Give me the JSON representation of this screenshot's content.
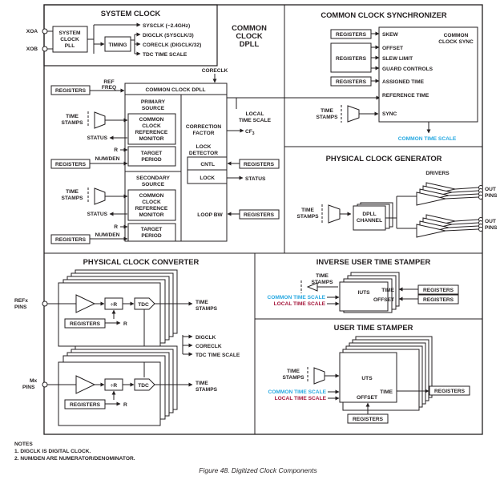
{
  "system_clock": {
    "title": "SYSTEM CLOCK",
    "pll": [
      "SYSTEM",
      "CLOCK",
      "PLL"
    ],
    "timing": "TIMING",
    "outputs": [
      "SYSCLK (~2.4GHz)",
      "DIGCLK (SYSCLK/3)",
      "CORECLK (DIGCLK/32)",
      "TDC TIME SCALE"
    ],
    "xoa": "XOA",
    "xob": "XOB"
  },
  "common_dpll": {
    "title": [
      "COMMON",
      "CLOCK",
      "DPLL"
    ],
    "block_title": "COMMON CLOCK DPLL",
    "coreclk": "CORECLK",
    "ref_freq": [
      "REF",
      "FREQ"
    ],
    "registers": "REGISTERS",
    "primary_source": [
      "PRIMARY",
      "SOURCE"
    ],
    "secondary_source": [
      "SECONDARY",
      "SOURCE"
    ],
    "monitor": [
      "COMMON",
      "CLOCK",
      "REFERENCE",
      "MONITOR"
    ],
    "target_period": [
      "TARGET",
      "PERIOD"
    ],
    "time_stamps": [
      "TIME",
      "STAMPS"
    ],
    "status": "STATUS",
    "r": "R",
    "num_den": "NUM/DEN",
    "correction_factor": [
      "CORRECTION",
      "FACTOR"
    ],
    "cf": "CF",
    "cf_sub": "3",
    "local_time_scale": [
      "LOCAL",
      "TIME SCALE"
    ],
    "lock_detector": [
      "LOCK",
      "DETECTOR"
    ],
    "cntl": "CNTL",
    "lock": "LOCK",
    "loop_bw": "LOOP BW"
  },
  "synchronizer": {
    "title": "COMMON CLOCK SYNCHRONIZER",
    "registers": "REGISTERS",
    "items": [
      "SKEW",
      "OFFSET",
      "SLEW LIMIT",
      "GUARD CONTROLS",
      "ASSIGNED TIME",
      "REFERENCE TIME",
      "SYNC"
    ],
    "block": [
      "COMMON",
      "CLOCK SYNC"
    ],
    "time_stamps": [
      "TIME",
      "STAMPS"
    ],
    "common_time_scale": "COMMON TIME SCALE"
  },
  "physical_generator": {
    "title": "PHYSICAL CLOCK GENERATOR",
    "drivers": "DRIVERS",
    "dpll_channel": [
      "DPLL",
      "CHANNEL"
    ],
    "time_stamps": [
      "TIME",
      "STAMPS"
    ],
    "out_pins": [
      "OUT",
      "PINS"
    ]
  },
  "physical_converter": {
    "title": "PHYSICAL CLOCK CONVERTER",
    "refx_pins": [
      "REFx",
      "PINS"
    ],
    "mx_pins": [
      "Mx",
      "PINS"
    ],
    "div_r": "÷R",
    "tdc": "TDC",
    "registers": "REGISTERS",
    "r": "R",
    "time_stamps": [
      "TIME",
      "STAMPS"
    ],
    "clocks": [
      "DIGCLK",
      "CORECLK",
      "TDC TIME SCALE"
    ]
  },
  "inverse_user_time_stamper": {
    "title": "INVERSE USER TIME STAMPER",
    "time_stamps": [
      "TIME",
      "STAMPS"
    ],
    "iuts": "IUTS",
    "time": "TIME",
    "offset": "OFFSET",
    "registers": "REGISTERS",
    "common_time_scale": "COMMON TIME SCALE",
    "local_time_scale": "LOCAL TIME SCALE"
  },
  "user_time_stamper": {
    "title": "USER TIME STAMPER",
    "time_stamps": [
      "TIME",
      "STAMPS"
    ],
    "uts": "UTS",
    "time": "TIME",
    "offset": "OFFSET",
    "registers": "REGISTERS",
    "common_time_scale": "COMMON TIME SCALE",
    "local_time_scale": "LOCAL TIME SCALE"
  },
  "notes": {
    "heading": "NOTES",
    "items": [
      "1. DIGCLK IS DIGITAL CLOCK.",
      "2. NUM/DEN ARE NUMERATOR/DENOMINATOR."
    ]
  },
  "caption": "Figure 48. Digitized Clock Components",
  "colors": {
    "common_time_scale": "#29a9e1",
    "local_time_scale": "#a6193d",
    "ink": "#231f20"
  }
}
